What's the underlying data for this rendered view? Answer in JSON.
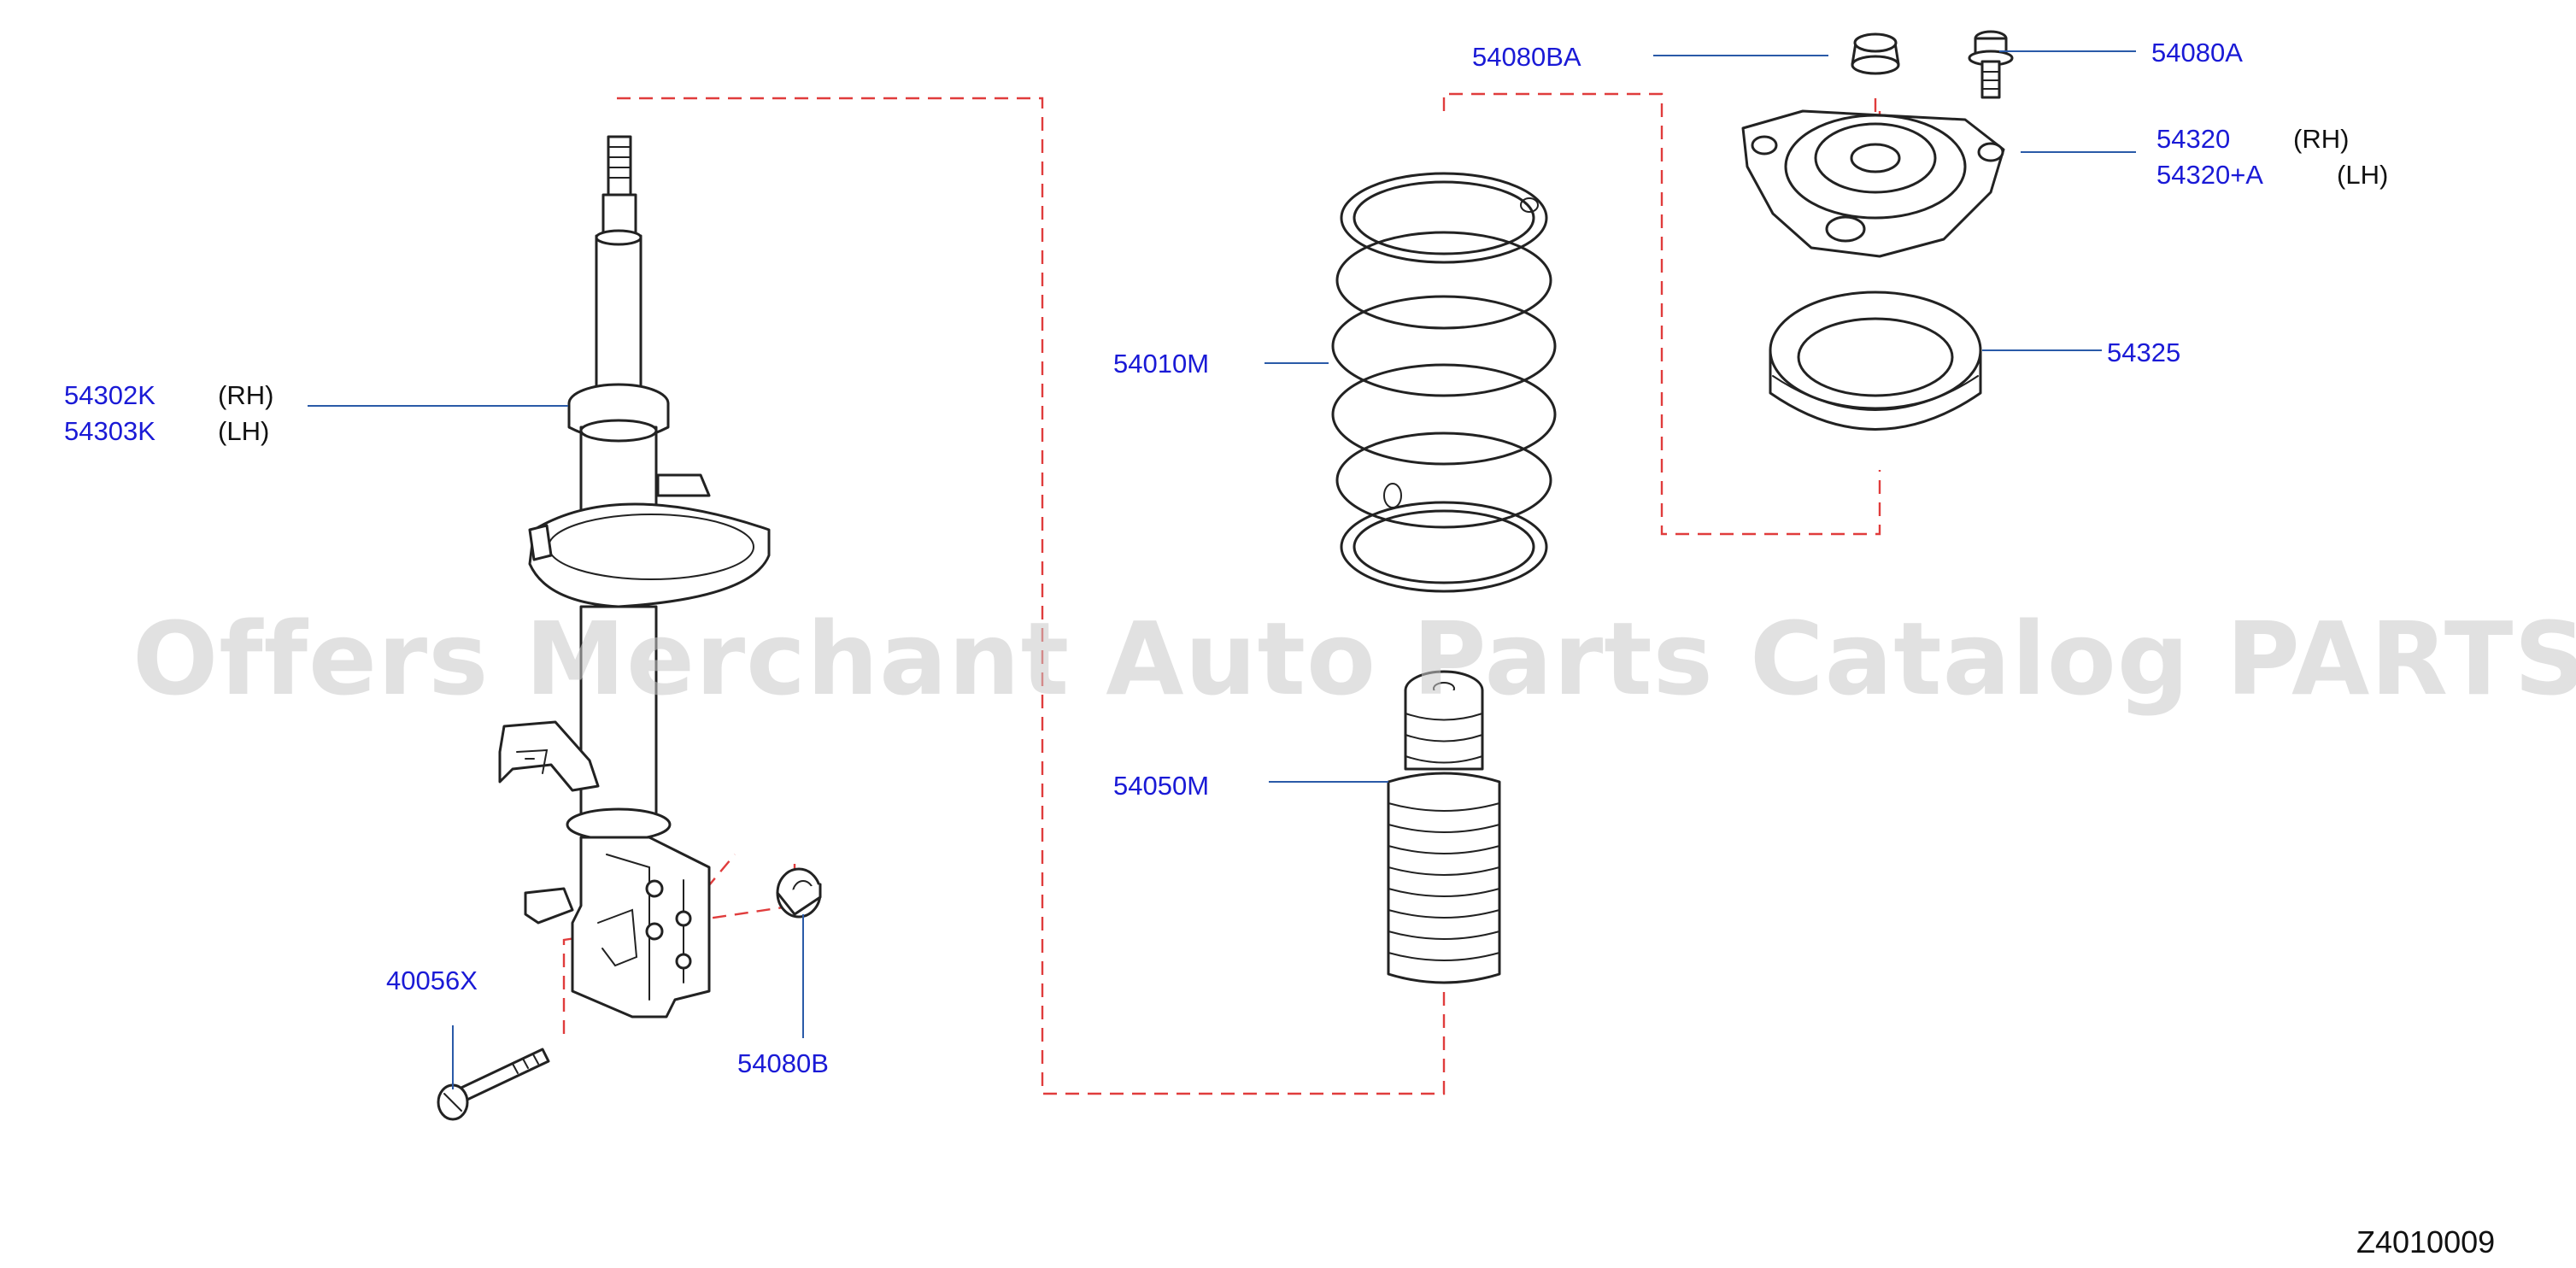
{
  "watermark": "Offers Merchant Auto Parts Catalog PARTSTORE.SA",
  "diagram_code": "Z4010009",
  "callouts": {
    "strut_rh": {
      "part": "54302K",
      "side": "(RH)"
    },
    "strut_lh": {
      "part": "54303K",
      "side": "(LH)"
    },
    "bolt": {
      "part": "40056X"
    },
    "nut_lower": {
      "part": "54080B"
    },
    "spring": {
      "part": "54010M"
    },
    "bound_bumper": {
      "part": "54050M"
    },
    "mount_nut": {
      "part": "54080BA"
    },
    "mount_bolt": {
      "part": "54080A"
    },
    "mount_rh": {
      "part": "54320",
      "side": "(RH)"
    },
    "mount_lh": {
      "part": "54320+A",
      "side": "(LH)"
    },
    "bearing": {
      "part": "54325"
    }
  },
  "colors": {
    "callout_text": "#1a1ad6",
    "leader_line": "#2a5aa8",
    "dashed_link": "#e03c3c",
    "outline": "#222222"
  }
}
